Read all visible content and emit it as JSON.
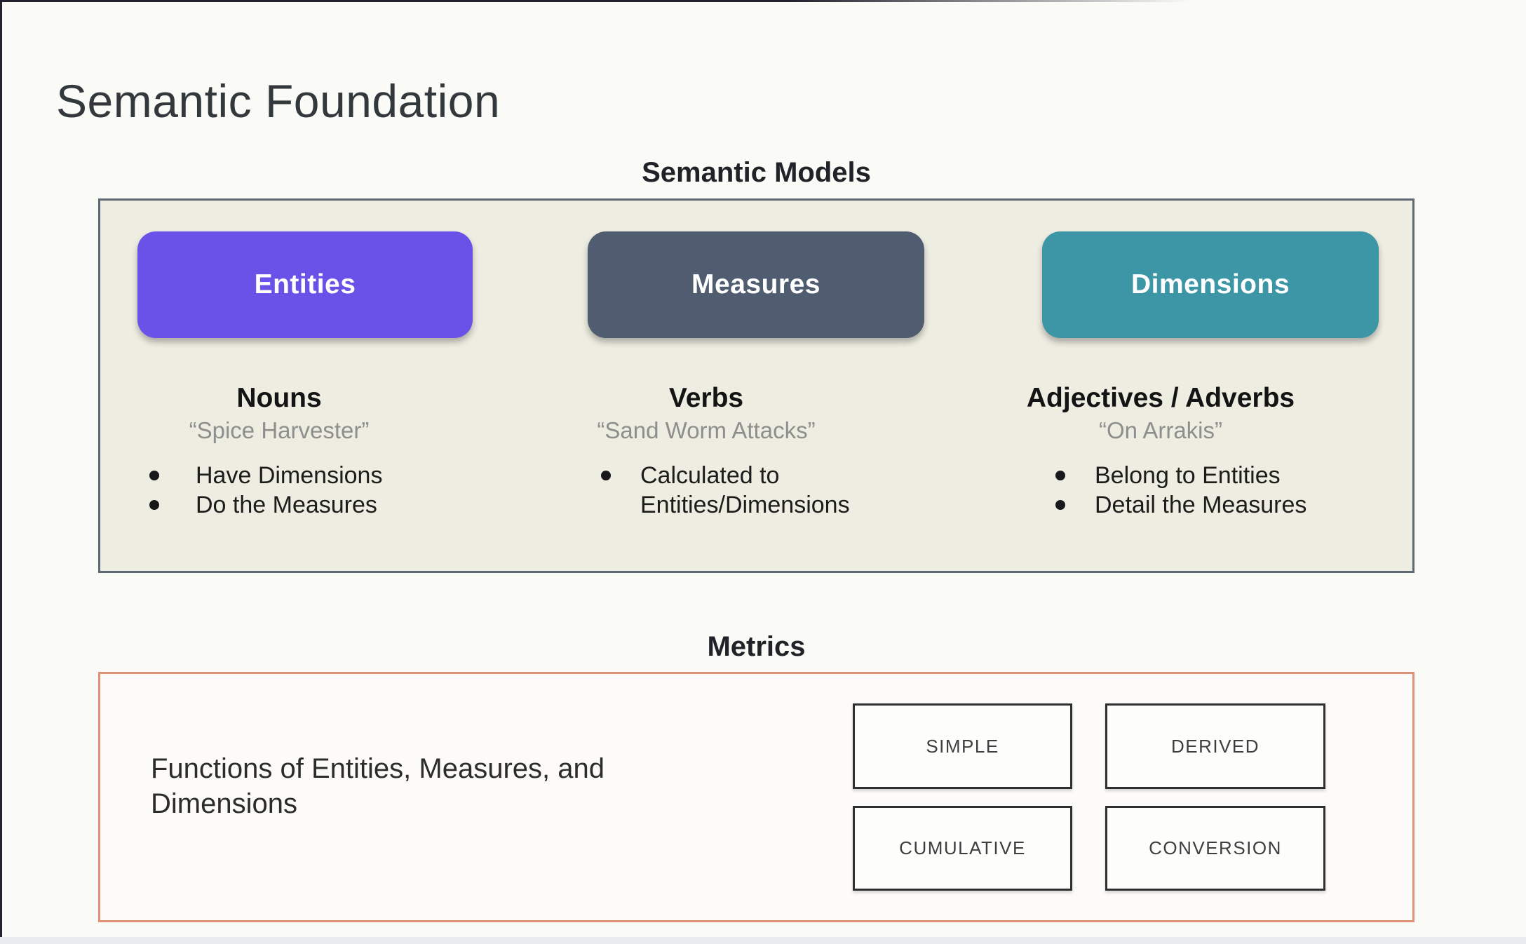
{
  "page": {
    "title": "Semantic Foundation"
  },
  "semantic_models": {
    "title": "Semantic Models",
    "columns": [
      {
        "pill": "Entities",
        "pill_color": "#6a52e8",
        "heading": "Nouns",
        "quote": "“Spice Harvester”",
        "bullets": [
          "Have Dimensions",
          "Do the Measures"
        ]
      },
      {
        "pill": "Measures",
        "pill_color": "#505d70",
        "heading": "Verbs",
        "quote": "“Sand Worm Attacks”",
        "bullets": [
          "Calculated to Entities/Dimensions"
        ]
      },
      {
        "pill": "Dimensions",
        "pill_color": "#3c96a6",
        "heading": "Adjectives / Adverbs",
        "quote": "“On Arrakis”",
        "bullets": [
          "Belong to Entities",
          "Detail the Measures"
        ]
      }
    ]
  },
  "metrics": {
    "title": "Metrics",
    "description": "Functions of Entities, Measures, and Dimensions",
    "boxes": [
      "SIMPLE",
      "DERIVED",
      "CUMULATIVE",
      "CONVERSION"
    ]
  },
  "colors": {
    "entities_purple": "#6a52e8",
    "measures_slate": "#505d70",
    "dimensions_teal": "#3c96a6",
    "models_panel_beige": "#eeede2",
    "models_panel_border": "#5e6973",
    "metrics_panel_border": "#e09279",
    "quote_gray": "#8e8e8c",
    "slide_background": "#fafaf7"
  }
}
